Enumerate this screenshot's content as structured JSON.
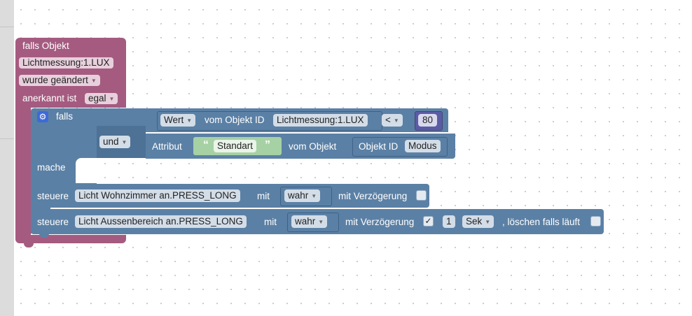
{
  "icons": {
    "gear": "gear-icon",
    "checkbox": "checkbox",
    "dropdown": "dropdown-arrow-icon"
  },
  "colors": {
    "event_block": "#a55b80",
    "logic_block": "#5b80a5",
    "text_block": "#a6d1a4",
    "gear_button": "#3d6ad8"
  },
  "trigger": {
    "title": "falls Objekt",
    "object_id": "Lichtmessung:1.LUX",
    "change": "wurde geändert",
    "ack_label": "anerkannt ist",
    "ack_value": "egal"
  },
  "if_block": {
    "falls": "falls",
    "mache": "mache",
    "und": "und"
  },
  "cond1": {
    "attr": "Wert",
    "of_object": "vom Objekt ID",
    "object_id": "Lichtmessung:1.LUX",
    "operator": "<",
    "value": "80"
  },
  "cond2": {
    "attribut": "Attribut",
    "text": "Standart",
    "vom_objekt": "vom Objekt",
    "objekt_id_label": "Objekt ID",
    "objekt_id_value": "Modus"
  },
  "control1": {
    "steuere": "steuere",
    "target": "Licht Wohnzimmer an.PRESS_LONG",
    "mit": "mit",
    "value": "wahr",
    "delay_label": "mit Verzögerung",
    "delay_checked": ""
  },
  "control2": {
    "steuere": "steuere",
    "target": "Licht Aussenbereich an.PRESS_LONG",
    "mit": "mit",
    "value": "wahr",
    "delay_label": "mit Verzögerung",
    "delay_checked": "✓",
    "delay_value": "1",
    "unit": "Sek",
    "clear_label": ", löschen falls läuft",
    "clear_checked": ""
  }
}
